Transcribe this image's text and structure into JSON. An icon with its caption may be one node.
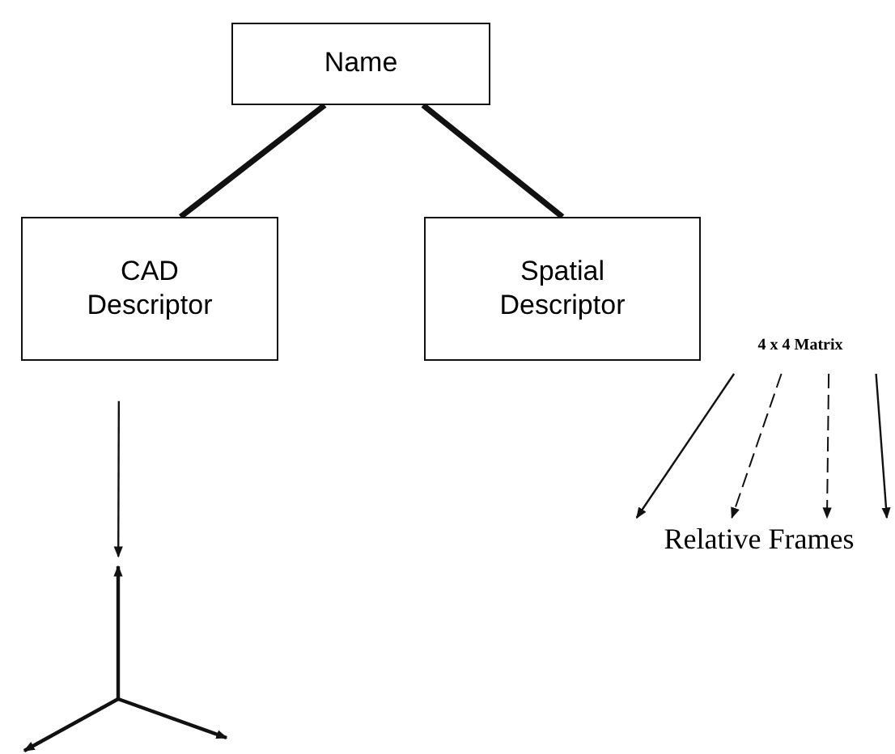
{
  "diagram": {
    "nodes": [
      {
        "text": [
          "Name"
        ]
      },
      {
        "text": [
          "CAD Descriptor"
        ]
      },
      {
        "text": [
          "Spatial Descriptor"
        ]
      },
      {
        "text": [
          "4 x 4 Matrix"
        ]
      },
      {
        "text": [
          "Relative Frames"
        ]
      },
      {
        "text": [],
        "shape": "picture"
      }
    ],
    "edges": [
      {
        "from": 0,
        "to": 1,
        "arrow": "none",
        "style": "thick"
      },
      {
        "from": 0,
        "to": 2,
        "arrow": "none",
        "style": "thick"
      },
      {
        "from": 1,
        "to": 5,
        "arrow": "to"
      },
      {
        "from": 3,
        "to": 4,
        "arrow": "to"
      },
      {
        "from": 3,
        "to": 4,
        "arrow": "to",
        "style": "dashed"
      },
      {
        "from": 3,
        "to": 4,
        "arrow": "to",
        "style": "dashed"
      },
      {
        "from": 3,
        "to": 4,
        "arrow": "to"
      }
    ]
  }
}
